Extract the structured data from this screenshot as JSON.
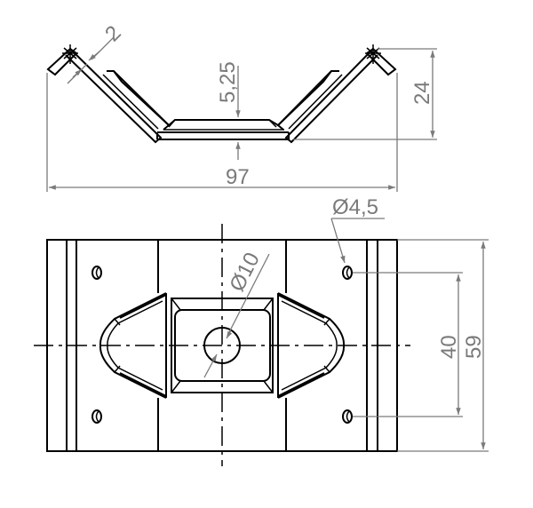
{
  "drawing": {
    "type": "technical-drawing",
    "views": [
      "side-view",
      "top-view"
    ],
    "colors": {
      "object_lines": "#000000",
      "dimension_lines": "#7a7a7a",
      "background": "#ffffff"
    }
  },
  "side_view": {
    "dimensions": {
      "thickness": "2",
      "center_depth": "5,25",
      "height": "24",
      "overall_width": "97"
    }
  },
  "top_view": {
    "dimensions": {
      "center_hole_diameter": "Ø10",
      "small_hole_diameter": "Ø4,5",
      "hole_spacing": "40",
      "overall_height": "59"
    }
  }
}
